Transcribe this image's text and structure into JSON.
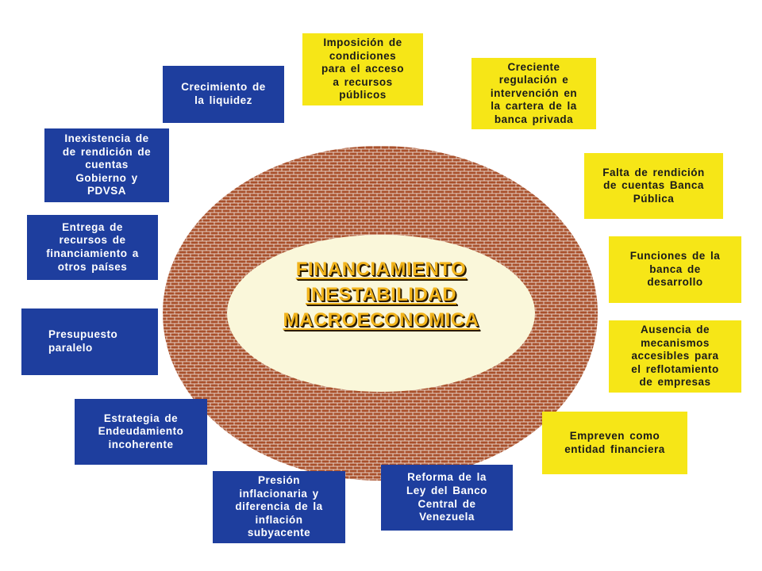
{
  "colors": {
    "blue_box": "#1E3E9E",
    "blue_box_text": "#FFFFFF",
    "yellow_box": "#F6E617",
    "yellow_box_text": "#1A1A1A",
    "brick": "#A9502B",
    "mortar": "#F4EDE6",
    "inner_ellipse": "#FAF7DA",
    "center_text": "#F2B41C",
    "center_text_shadow": "#2A1A00"
  },
  "center": {
    "lines": [
      "FINANCIAMIENTO",
      "INESTABILIDAD",
      "MACROECONOMICA"
    ]
  },
  "blue_boxes": [
    {
      "lines": [
        "Crecimiento de",
        "la liquidez"
      ]
    },
    {
      "lines": [
        "Inexistencia de",
        "de rendición de",
        "cuentas",
        "Gobierno y",
        "PDVSA"
      ]
    },
    {
      "lines": [
        "Entrega de",
        "recursos de",
        "financiamiento a",
        "otros países"
      ]
    },
    {
      "lines": [
        "Presupuesto",
        "paralelo"
      ]
    },
    {
      "lines": [
        "Estrategia de",
        "Endeudamiento",
        "incoherente"
      ]
    },
    {
      "lines": [
        "Presión",
        "inflacionaria y",
        "diferencia de la",
        "inflación",
        "subyacente"
      ]
    },
    {
      "lines": [
        "Reforma de la",
        "Ley del Banco",
        "Central de",
        "Venezuela"
      ]
    }
  ],
  "yellow_boxes": [
    {
      "lines": [
        "Imposición de",
        "condiciones",
        "para el acceso",
        "a recursos",
        "públicos"
      ]
    },
    {
      "lines": [
        "Creciente",
        "regulación e",
        "intervención en",
        "la cartera de la",
        "banca privada"
      ]
    },
    {
      "lines": [
        "Falta de rendición",
        "de cuentas Banca",
        "Pública"
      ]
    },
    {
      "lines": [
        "Funciones de la",
        "banca de",
        "desarrollo"
      ]
    },
    {
      "lines": [
        "Ausencia de",
        "mecanismos",
        "accesibles para",
        "el reflotamiento",
        "de empresas"
      ]
    },
    {
      "lines": [
        "Empreven como",
        "entidad financiera"
      ]
    }
  ]
}
